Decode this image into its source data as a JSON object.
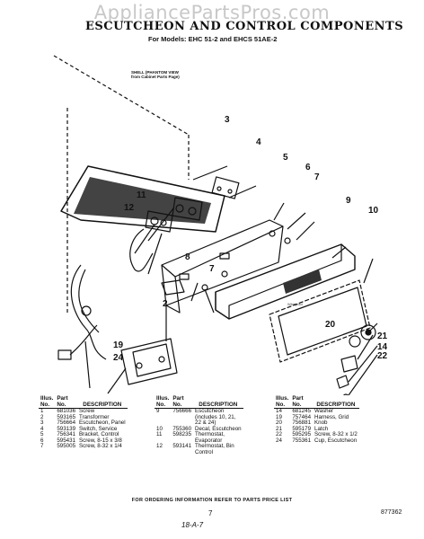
{
  "watermark": "AppliancePartsPros.com",
  "title": "ESCUTCHEON AND CONTROL COMPONENTS",
  "models_line": "For Models: EHC 51-2 and EHCS 51AE-2",
  "shell_note": [
    "SHELL (PHANTOM VIEW",
    "from Cabinet Parts Page)"
  ],
  "callouts": [
    "3",
    "4",
    "5",
    "6",
    "7",
    "9",
    "10",
    "11",
    "12",
    "7",
    "8",
    "2",
    "19",
    "24",
    "20",
    "21",
    "14",
    "22"
  ],
  "table_headers": {
    "illus": "Illus.",
    "no": "No.",
    "part": "Part",
    "part_no": "No.",
    "description": "DESCRIPTION"
  },
  "parts_columns": [
    [
      {
        "illus": "1",
        "part": "681036",
        "desc": [
          "Screw"
        ]
      },
      {
        "illus": "2",
        "part": "593165",
        "desc": [
          "Transformer"
        ]
      },
      {
        "illus": "3",
        "part": "756664",
        "desc": [
          "Escutcheon, Panel"
        ]
      },
      {
        "illus": "4",
        "part": "593139",
        "desc": [
          "Switch, Service"
        ]
      },
      {
        "illus": "5",
        "part": "756341",
        "desc": [
          "Bracket, Control"
        ]
      },
      {
        "illus": "6",
        "part": "595431",
        "desc": [
          "Screw, 8-15 x 3/8"
        ]
      },
      {
        "illus": "7",
        "part": "595005",
        "desc": [
          "Screw, 8-32 x 1/4"
        ]
      }
    ],
    [
      {
        "illus": "9",
        "part": "756666",
        "desc": [
          "Escutcheon",
          "(includes 10, 21,",
          "22 & 24)"
        ]
      },
      {
        "illus": "10",
        "part": "755360",
        "desc": [
          "Decal, Escutcheon"
        ]
      },
      {
        "illus": "11",
        "part": "598235",
        "desc": [
          "Thermostat,",
          "Evaporator"
        ]
      },
      {
        "illus": "12",
        "part": "593141",
        "desc": [
          "Thermostat, Bin",
          "Control"
        ]
      }
    ],
    [
      {
        "illus": "14",
        "part": "681245",
        "desc": [
          "Washer"
        ]
      },
      {
        "illus": "19",
        "part": "757464",
        "desc": [
          "Harness, Grid"
        ]
      },
      {
        "illus": "20",
        "part": "756881",
        "desc": [
          "Knob"
        ]
      },
      {
        "illus": "21",
        "part": "595179",
        "desc": [
          "Latch"
        ]
      },
      {
        "illus": "22",
        "part": "595295",
        "desc": [
          "Screw, 8-32 x 1/2"
        ]
      },
      {
        "illus": "24",
        "part": "755361",
        "desc": [
          "Cup, Escutcheon"
        ]
      }
    ]
  ],
  "ordering_note": "FOR ORDERING INFORMATION REFER TO PARTS PRICE LIST",
  "page_number": "7",
  "reference_number": "877362",
  "handwritten": "18-A-7"
}
